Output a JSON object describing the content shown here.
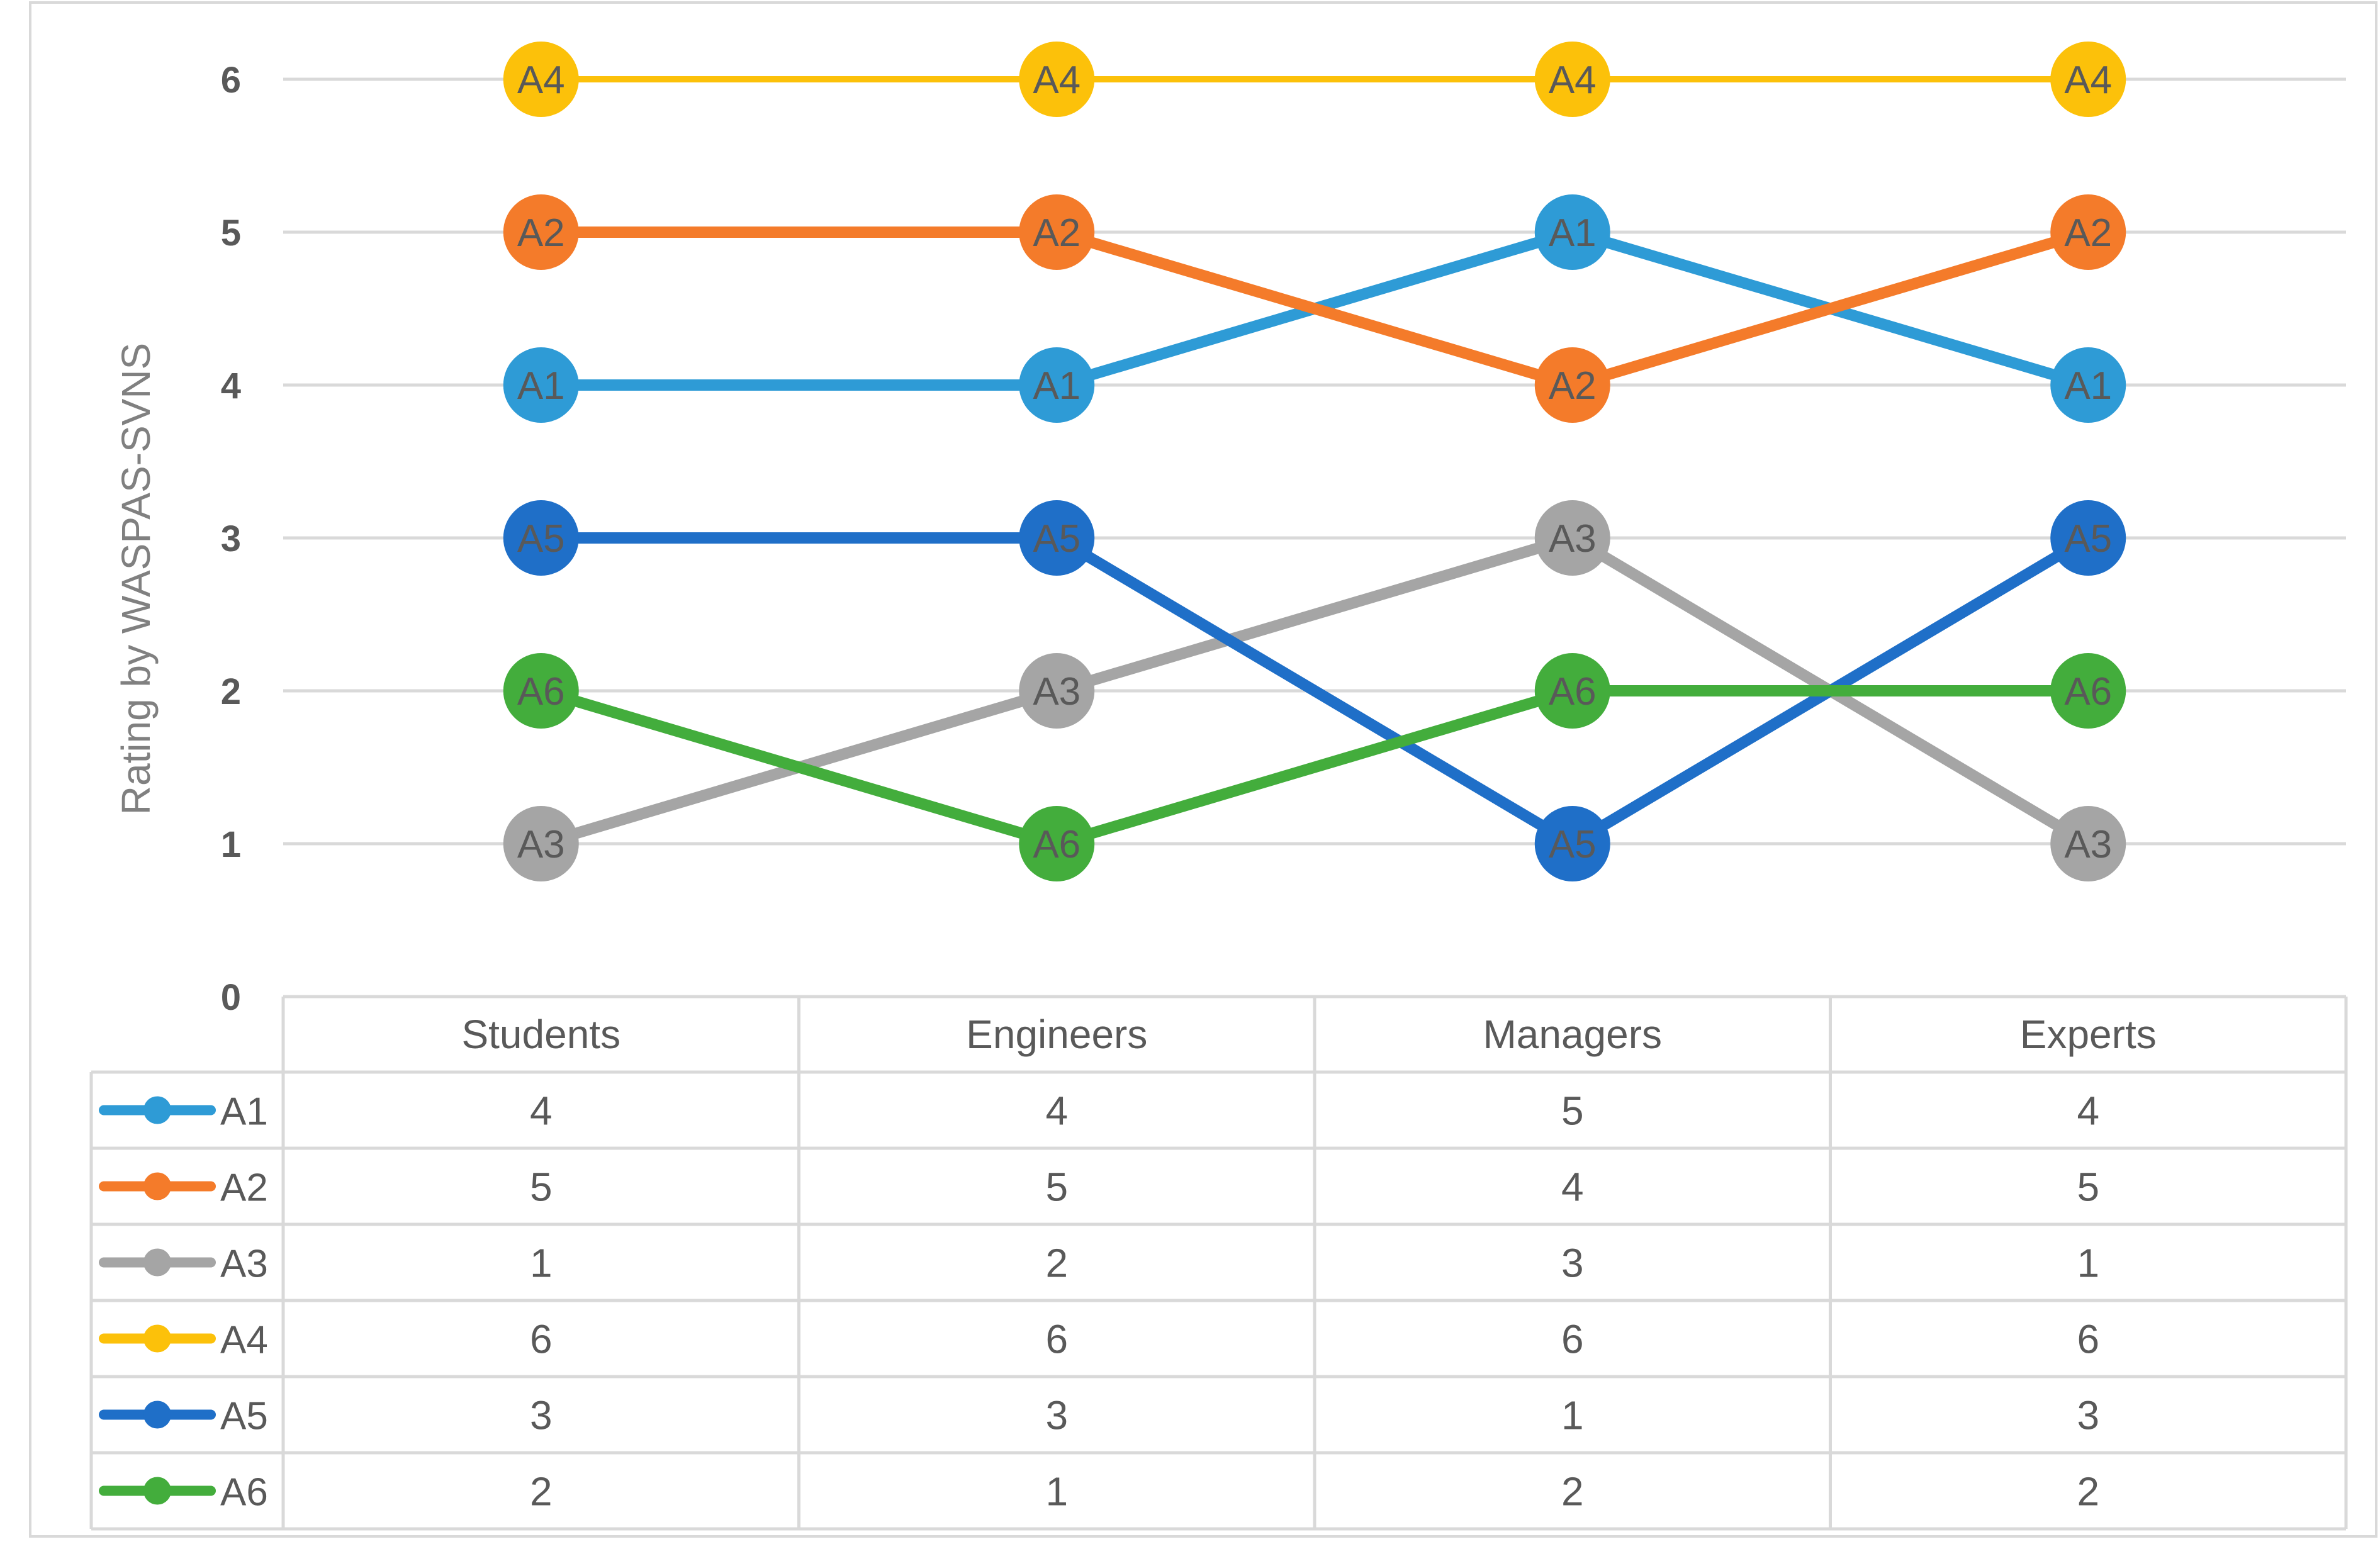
{
  "chart_data": {
    "type": "line",
    "categories": [
      "Students",
      "Engineers",
      "Managers",
      "Experts"
    ],
    "ylabel": "Rating by WASPAS-SVNS",
    "xlabel": "",
    "ylim": [
      0,
      6
    ],
    "yticks": [
      0,
      1,
      2,
      3,
      4,
      5,
      6
    ],
    "grid": true,
    "legend": "data-table-below",
    "series": [
      {
        "name": "A1",
        "color": "#2E9BD6",
        "values": [
          4,
          4,
          5,
          4
        ]
      },
      {
        "name": "A2",
        "color": "#F47B2A",
        "values": [
          5,
          5,
          4,
          5
        ]
      },
      {
        "name": "A3",
        "color": "#A5A5A5",
        "values": [
          1,
          2,
          3,
          1
        ]
      },
      {
        "name": "A4",
        "color": "#FCC10A",
        "values": [
          6,
          6,
          6,
          6
        ]
      },
      {
        "name": "A5",
        "color": "#1F6FC8",
        "values": [
          3,
          3,
          1,
          3
        ]
      },
      {
        "name": "A6",
        "color": "#43AD3C",
        "values": [
          2,
          1,
          2,
          2
        ]
      }
    ]
  }
}
